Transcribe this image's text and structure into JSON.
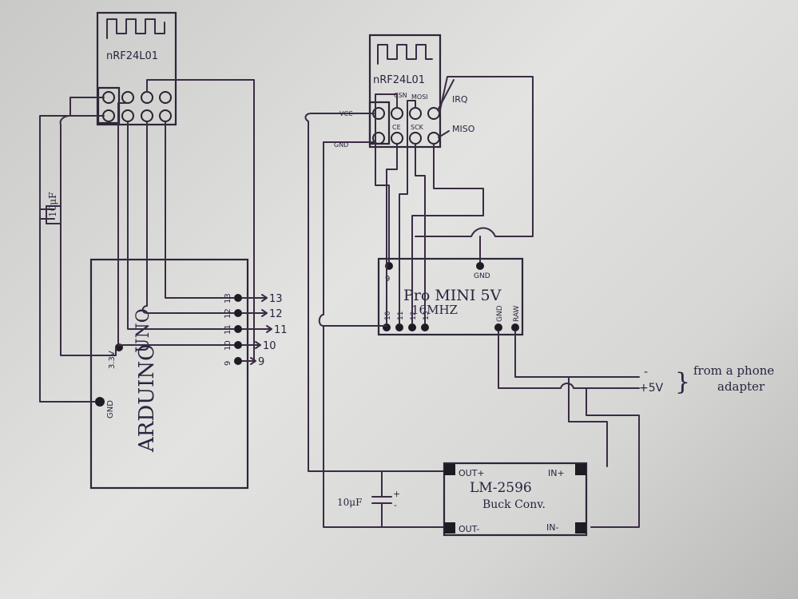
{
  "radio_left": {
    "name": "nRF24L01"
  },
  "radio_right": {
    "name": "nRF24L01",
    "pins": {
      "vcc": "VCC",
      "csn": "CSN",
      "mosi": "MOSI",
      "irq": "IRQ",
      "gnd": "GND",
      "ce": "CE",
      "sck": "SCK",
      "miso": "MISO"
    }
  },
  "arduino": {
    "name": "ARDUINO",
    "model": "UNO",
    "pins": {
      "v33": "3.3V",
      "gnd": "GND",
      "p13": "13",
      "p12": "12",
      "p11": "11",
      "p10": "10",
      "p9": "9"
    },
    "outs": {
      "o13": "13",
      "o12": "12",
      "o11": "11",
      "o10": "10",
      "o9": "9"
    }
  },
  "cap_left": {
    "value": "10μF"
  },
  "promini": {
    "name": "Pro MINI 5V",
    "freq": "16MHZ",
    "pins": {
      "p9": "9",
      "p10": "10",
      "p11": "11",
      "p12": "12",
      "p13": "13",
      "gnd_top": "GND",
      "gnd": "GND",
      "raw": "RAW"
    }
  },
  "buck": {
    "name": "LM-2596",
    "sub": "Buck Conv.",
    "pins": {
      "out_plus": "OUT+",
      "in_plus": "IN+",
      "out_minus": "OUT-",
      "in_minus": "IN-"
    }
  },
  "cap_right": {
    "value": "10μF",
    "plus": "+",
    "minus": "-"
  },
  "power": {
    "minus": "-",
    "plus": "+5V",
    "brace": "}",
    "note1": "from a phone",
    "note2": "adapter"
  }
}
